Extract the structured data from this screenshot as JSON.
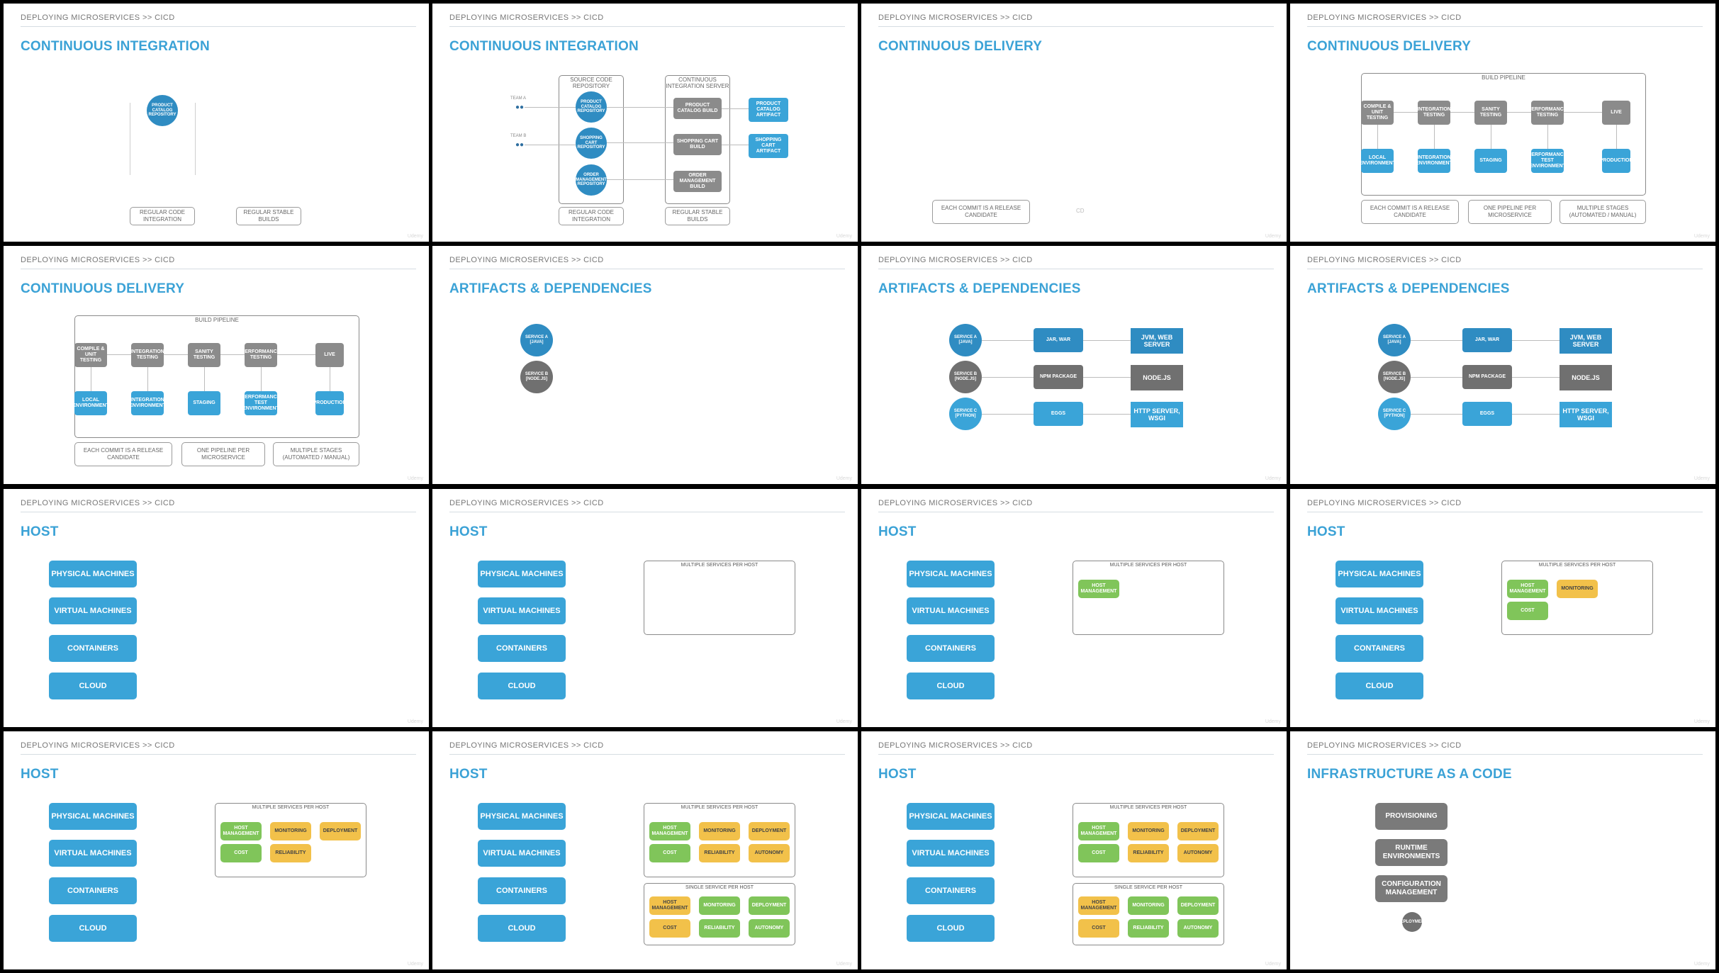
{
  "header": "DEPLOYING MICROSERVICES >> CICD",
  "watermark": "Udemy",
  "titles": {
    "ci": "CONTINUOUS INTEGRATION",
    "cd": "CONTINUOUS DELIVERY",
    "ad": "ARTIFACTS & DEPENDENCIES",
    "host": "HOST",
    "iac": "INFRASTRUCTURE AS A CODE"
  },
  "ci": {
    "product_repo": "PRODUCT CATALOG REPOSITORY",
    "shopping_repo": "SHOPPING CART REPOSITORY",
    "order_repo": "ORDER MANAGEMENT REPOSITORY",
    "regular_integration": "REGULAR CODE INTEGRATION",
    "regular_builds": "REGULAR STABLE BUILDS",
    "source_code_repo": "SOURCE CODE REPOSITORY",
    "ci_server": "CONTINUOUS INTEGRATION SERVER",
    "team_a": "TEAM A",
    "team_b": "TEAM B",
    "product_build": "PRODUCT CATALOG BUILD",
    "shopping_build": "SHOPPING CART BUILD",
    "order_build": "ORDER MANAGEMENT BUILD",
    "product_artifact": "PRODUCT CATALOG ARTIFACT",
    "shopping_artifact": "SHOPPING CART ARTIFACT"
  },
  "cd": {
    "build_pipeline": "BUILD PIPELINE",
    "stages": [
      "COMPILE & UNIT TESTING",
      "INTEGRATION TESTING",
      "SANITY TESTING",
      "PERFORMANCE TESTING",
      "LIVE"
    ],
    "envs": [
      "LOCAL ENVIRONMENT",
      "INTEGRATION ENVIRONMENT",
      "STAGING",
      "PERFORMANCE TEST ENVIRONMENT",
      "PRODUCTION"
    ],
    "each_commit": "EACH COMMIT IS A RELEASE CANDIDATE",
    "one_pipeline": "ONE PIPELINE PER MICROSERVICE",
    "multiple_stages": "MULTIPLE STAGES (AUTOMATED / MANUAL)",
    "cd_badge": "CD"
  },
  "ad": {
    "service_a": "SERVICE A [JAVA]",
    "service_b": "SERVICE B [NODE.JS]",
    "service_c": "SERVICE C [PYTHON]",
    "jar": "JAR, WAR",
    "npm": "NPM PACKAGE",
    "eggs": "EGGS",
    "jvm": "JVM, WEB SERVER",
    "node": "NODE.JS",
    "http": "HTTP SERVER, WSGI"
  },
  "host": {
    "buttons": [
      "PHYSICAL MACHINES",
      "VIRTUAL MACHINES",
      "CONTAINERS",
      "CLOUD"
    ],
    "multiple": "MULTIPLE SERVICES PER HOST",
    "single": "SINGLE SERVICE PER HOST",
    "host_management": "HOST MANAGEMENT",
    "monitoring": "MONITORING",
    "deployment": "DEPLOYMENT",
    "cost": "COST",
    "reliability": "RELIABILITY",
    "autonomy": "AUTONOMY"
  },
  "iac": {
    "provisioning": "PROVISIONING",
    "runtime": "RUNTIME ENVIRONMENTS",
    "configuration": "CONFIGURATION MANAGEMENT",
    "badge": "DEPLOYMENT"
  }
}
